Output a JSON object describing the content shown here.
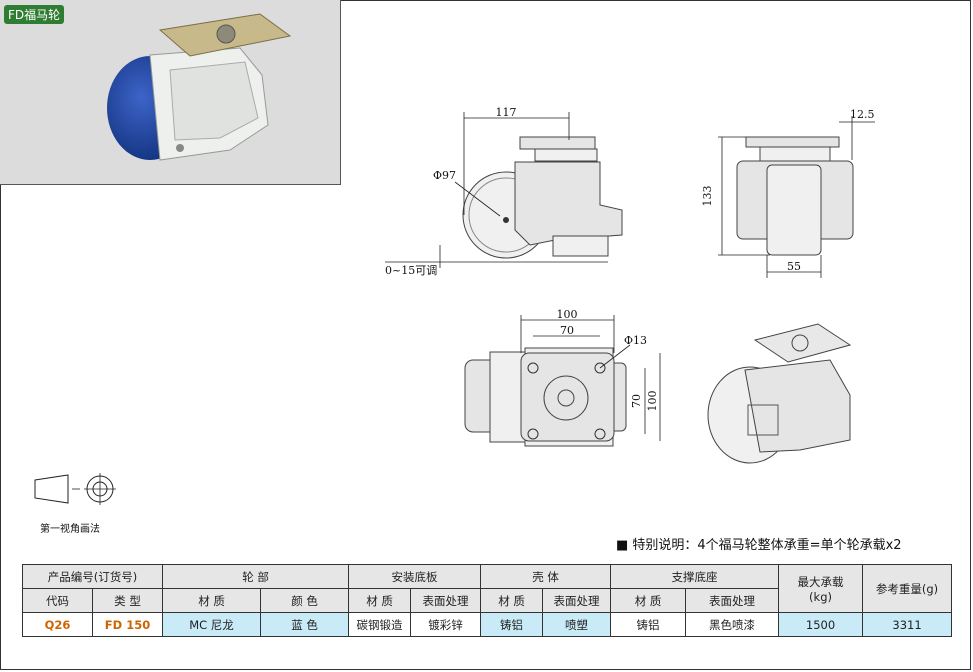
{
  "photo": {
    "tag": "FD福马轮"
  },
  "dimensions": {
    "side_width": "117",
    "wheel_diameter": "Φ97",
    "adjust": "0~15可调",
    "front_offset": "12.5",
    "front_height": "133",
    "front_wheel_width": "55",
    "top_outer": "100",
    "top_inner": "70",
    "hole": "Φ13",
    "top_side_inner": "70",
    "top_side_outer": "100"
  },
  "projection_label": "第一视角画法",
  "note": "■ 特别说明：4个福马轮整体承重=单个轮承载x2",
  "table": {
    "header1": {
      "product_no": "产品编号(订货号)",
      "wheel": "轮 部",
      "base": "安装底板",
      "shell": "壳 体",
      "support": "支撑底座",
      "max_load": "最大承载\n(kg)",
      "ref_weight": "参考重量(g)"
    },
    "header2": [
      "代码",
      "类 型",
      "材 质",
      "颜 色",
      "材 质",
      "表面处理",
      "材 质",
      "表面处理",
      "材 质",
      "表面处理"
    ],
    "row": [
      "Q26",
      "FD 150",
      "MC 尼龙",
      "蓝 色",
      "碳钢锻造",
      "镀彩锌",
      "铸铝",
      "喷塑",
      "铸铝",
      "黑色喷漆",
      "1500",
      "3311"
    ]
  }
}
